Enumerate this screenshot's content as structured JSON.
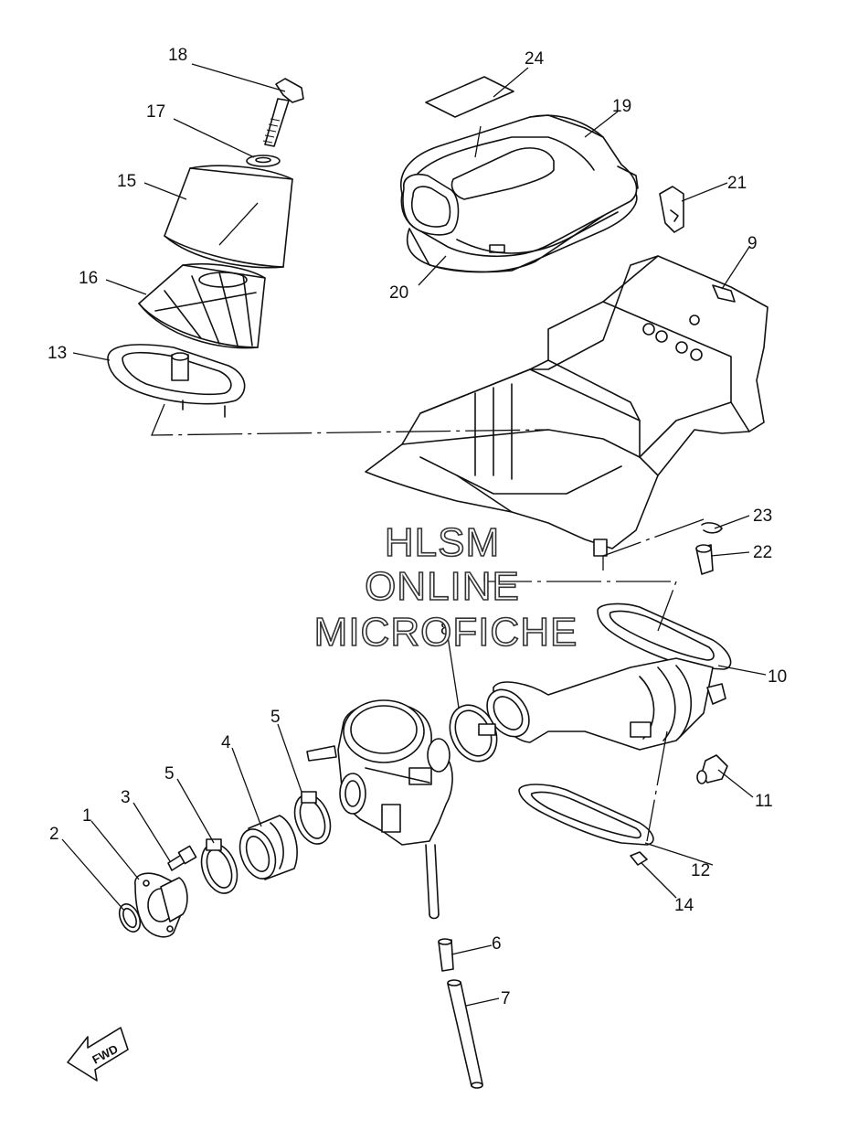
{
  "watermark": {
    "line1": "HLSM",
    "line2": "ONLINE",
    "line3": "MICROFICHE"
  },
  "direction_label": "FWD",
  "part_numbers": {
    "p1": "1",
    "p2": "2",
    "p3": "3",
    "p4": "4",
    "p5a": "5",
    "p5b": "5",
    "p6": "6",
    "p7": "7",
    "p8": "8",
    "p9": "9",
    "p10": "10",
    "p11": "11",
    "p12": "12",
    "p13": "13",
    "p14": "14",
    "p15": "15",
    "p16": "16",
    "p17": "17",
    "p18": "18",
    "p19": "19",
    "p20": "20",
    "p21": "21",
    "p22": "22",
    "p23": "23",
    "p24": "24"
  }
}
